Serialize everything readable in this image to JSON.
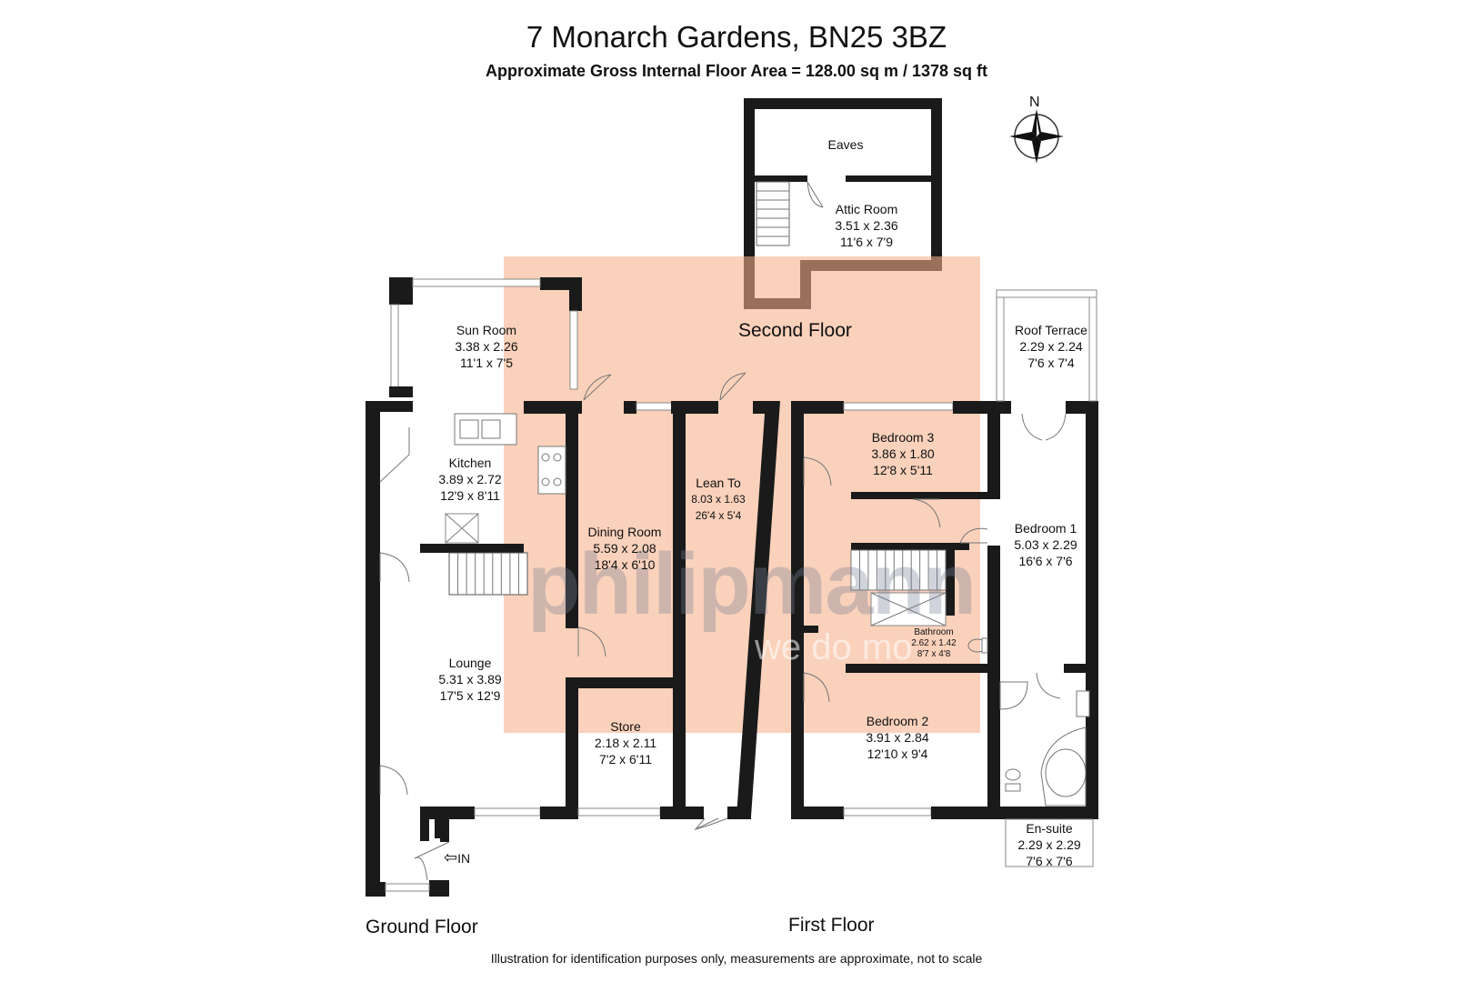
{
  "header": {
    "title": "7 Monarch Gardens, BN25 3BZ",
    "subtitle": "Approximate Gross Internal Floor Area = 128.00 sq m / 1378 sq ft"
  },
  "footer": {
    "disclaimer": "Illustration for identification purposes only, measurements are approximate, not to scale"
  },
  "floors": {
    "ground": "Ground Floor",
    "first": "First Floor",
    "second": "Second Floor"
  },
  "compass": {
    "north": "N"
  },
  "entrance": {
    "label": "IN",
    "arrow": "⇦"
  },
  "watermark": {
    "brand": "philipmann",
    "tagline": "we do mo"
  },
  "rooms": {
    "eaves": {
      "name": "Eaves"
    },
    "attic_room": {
      "name": "Attic Room",
      "metric": "3.51 x 2.36",
      "imperial": "11'6 x 7'9"
    },
    "sun_room": {
      "name": "Sun Room",
      "metric": "3.38 x 2.26",
      "imperial": "11'1 x 7'5"
    },
    "kitchen": {
      "name": "Kitchen",
      "metric": "3.89 x 2.72",
      "imperial": "12'9 x 8'11"
    },
    "dining_room": {
      "name": "Dining Room",
      "metric": "5.59 x 2.08",
      "imperial": "18'4 x 6'10"
    },
    "lean_to": {
      "name": "Lean To",
      "metric": "8.03 x 1.63",
      "imperial": "26'4 x 5'4"
    },
    "lounge": {
      "name": "Lounge",
      "metric": "5.31 x 3.89",
      "imperial": "17'5 x 12'9"
    },
    "store": {
      "name": "Store",
      "metric": "2.18 x 2.11",
      "imperial": "7'2 x 6'11"
    },
    "bedroom3": {
      "name": "Bedroom 3",
      "metric": "3.86 x 1.80",
      "imperial": "12'8 x 5'11"
    },
    "roof_terrace": {
      "name": "Roof Terrace",
      "metric": "2.29 x 2.24",
      "imperial": "7'6 x 7'4"
    },
    "bedroom1": {
      "name": "Bedroom 1",
      "metric": "5.03 x 2.29",
      "imperial": "16'6 x 7'6"
    },
    "bathroom": {
      "name": "Bathroom",
      "metric": "2.62 x 1.42",
      "imperial": "8'7 x 4'8"
    },
    "bedroom2": {
      "name": "Bedroom 2",
      "metric": "3.91 x 2.84",
      "imperial": "12'10 x 9'4"
    },
    "en_suite": {
      "name": "En-suite",
      "metric": "2.29 x 2.29",
      "imperial": "7'6 x 7'6"
    }
  },
  "colors": {
    "wall": "#1a1a1a",
    "second_floor_overlay": "#f6b089"
  }
}
